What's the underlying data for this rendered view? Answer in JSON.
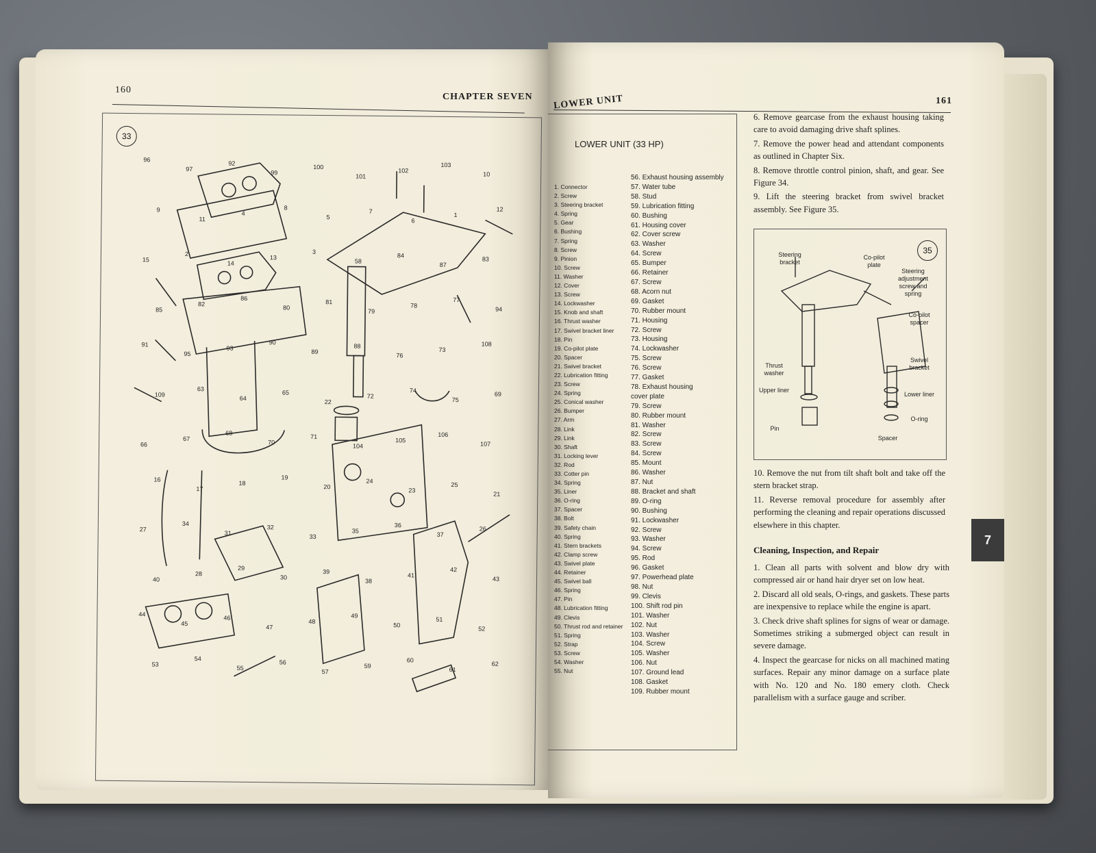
{
  "left_page": {
    "page_number": "160",
    "running_head": "CHAPTER SEVEN",
    "figure_number": "33",
    "callout_numbers": [
      "96",
      "97",
      "92",
      "99",
      "100",
      "101",
      "102",
      "103",
      "10",
      "9",
      "11",
      "4",
      "8",
      "5",
      "7",
      "6",
      "1",
      "12",
      "15",
      "2",
      "14",
      "13",
      "3",
      "58",
      "84",
      "87",
      "83",
      "85",
      "82",
      "86",
      "80",
      "81",
      "79",
      "78",
      "77",
      "94",
      "91",
      "95",
      "93",
      "90",
      "89",
      "88",
      "76",
      "73",
      "108",
      "109",
      "63",
      "64",
      "65",
      "22",
      "72",
      "74",
      "75",
      "69",
      "66",
      "67",
      "68",
      "70",
      "71",
      "104",
      "105",
      "106",
      "107",
      "16",
      "17",
      "18",
      "19",
      "20",
      "24",
      "23",
      "25",
      "21",
      "27",
      "34",
      "31",
      "32",
      "33",
      "35",
      "36",
      "37",
      "26",
      "40",
      "28",
      "29",
      "30",
      "39",
      "38",
      "41",
      "42",
      "43",
      "44",
      "45",
      "46",
      "47",
      "48",
      "49",
      "50",
      "51",
      "52",
      "53",
      "54",
      "55",
      "56",
      "57",
      "59",
      "60",
      "61",
      "62"
    ]
  },
  "right_page": {
    "running_head": "LOWER UNIT",
    "page_number": "161",
    "legend_title": "LOWER UNIT (33 HP)",
    "legend_col1": [
      "1. Connector",
      "2. Screw",
      "3. Steering bracket",
      "4. Spring",
      "5. Gear",
      "6. Bushing",
      "7. Spring",
      "8. Screw",
      "9. Pinion",
      "10. Screw",
      "11. Washer",
      "12. Cover",
      "13. Screw",
      "14. Lockwasher",
      "15. Knob and shaft",
      "16. Thrust washer",
      "17. Swivel bracket liner",
      "18. Pin",
      "19. Co-pilot plate",
      "20. Spacer",
      "21. Swivel bracket",
      "22. Lubrication fitting",
      "23. Screw",
      "24. Spring",
      "25. Conical washer",
      "26. Bumper",
      "27. Arm",
      "28. Link",
      "29. Link",
      "30. Shaft",
      "31. Locking lever",
      "32. Rod",
      "33. Cotter pin",
      "34. Spring",
      "35. Liner",
      "36. O-ring",
      "37. Spacer",
      "38. Bolt",
      "39. Safety chain",
      "40. Spring",
      "41. Stern brackets",
      "42. Clamp screw",
      "43. Swivel plate",
      "44. Retainer",
      "45. Swivel ball",
      "46. Spring",
      "47. Pin",
      "48. Lubrication fitting",
      "49. Clevis",
      "50. Thrust rod and retainer",
      "51. Spring",
      "52. Strap",
      "53. Screw",
      "54. Washer",
      "55. Nut"
    ],
    "legend_col2": [
      "56. Exhaust housing assembly",
      "57. Water tube",
      "58. Stud",
      "59. Lubrication fitting",
      "60. Bushing",
      "61. Housing cover",
      "62. Cover screw",
      "63. Washer",
      "64. Screw",
      "65. Bumper",
      "66. Retainer",
      "67. Screw",
      "68. Acorn nut",
      "69. Gasket",
      "70. Rubber mount",
      "71. Housing",
      "72. Screw",
      "73. Housing",
      "74. Lockwasher",
      "75. Screw",
      "76. Screw",
      "77. Gasket",
      "78. Exhaust housing",
      "   cover plate",
      "79. Screw",
      "80. Rubber mount",
      "81. Washer",
      "82. Screw",
      "83. Screw",
      "84. Screw",
      "85. Mount",
      "86. Washer",
      "87. Nut",
      "88. Bracket and shaft",
      "89. O-ring",
      "90. Bushing",
      "91. Lockwasher",
      "92. Screw",
      "93. Washer",
      "94. Screw",
      "95. Rod",
      "96. Gasket",
      "97. Powerhead plate",
      "98. Nut",
      "99. Clevis",
      "100. Shift rod pin",
      "101. Washer",
      "102. Nut",
      "103. Washer",
      "104. Screw",
      "105. Washer",
      "106. Nut",
      "107. Ground lead",
      "108. Gasket",
      "109. Rubber mount"
    ],
    "steps_top": [
      "6. Remove gearcase from the exhaust housing taking care to avoid damaging drive shaft splines.",
      "7. Remove the power head and attendant components as outlined in Chapter Six.",
      "8. Remove throttle control pinion, shaft, and gear. See Figure 34.",
      "9. Lift the steering bracket from swivel bracket assembly. See Figure 35."
    ],
    "figure35": {
      "number": "35",
      "labels": [
        "Steering bracket",
        "Co-pilot plate",
        "Steering adjustment screw and spring",
        "Co-pilot spacer",
        "Swivel bracket",
        "Thrust washer",
        "Upper liner",
        "Lower liner",
        "O-ring",
        "Pin",
        "Spacer"
      ]
    },
    "steps_mid": [
      "10. Remove the nut from tilt shaft bolt and take off the stern bracket strap.",
      "11. Reverse removal procedure for assembly after performing the cleaning and repair operations discussed elsewhere in this chapter."
    ],
    "section_heading": "Cleaning, Inspection, and Repair",
    "steps_bottom": [
      "1. Clean all parts with solvent and blow dry with compressed air or hand hair dryer set on low heat.",
      "2. Discard all old seals, O-rings, and gaskets. These parts are inexpensive to replace while the engine is apart.",
      "3. Check drive shaft splines for signs of wear or damage. Sometimes striking a submerged object can result in severe damage.",
      "4. Inspect the gearcase for nicks on all machined mating surfaces. Repair any minor damage on a surface plate with No. 120 and No. 180 emery cloth. Check parallelism with a surface gauge and scriber."
    ],
    "chapter_tab": "7"
  }
}
